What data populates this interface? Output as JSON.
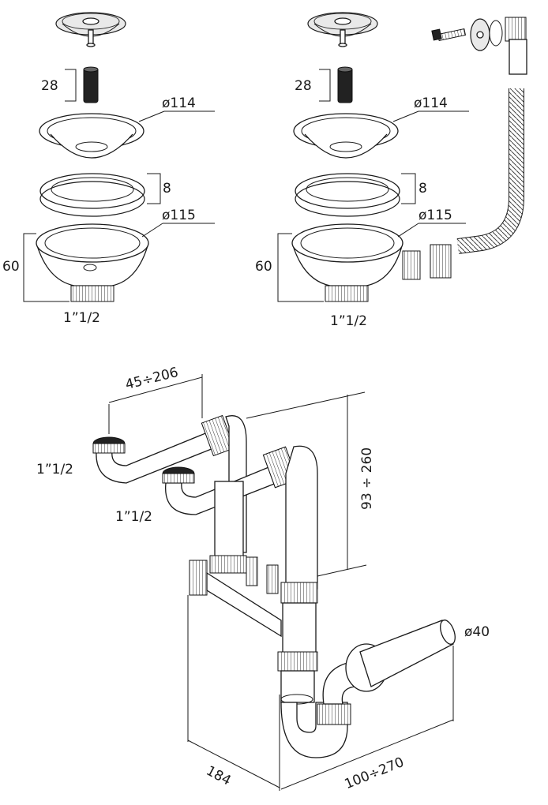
{
  "labels": {
    "left_spindle_length": "28",
    "left_flange_diameter": "ø114",
    "left_ring_height": "8",
    "left_body_diameter": "ø115",
    "left_body_height": "60",
    "left_outlet_thread": "1”1/2",
    "right_spindle_length": "28",
    "right_flange_diameter": "ø114",
    "right_ring_height": "8",
    "right_body_diameter": "ø115",
    "right_body_height": "60",
    "right_outlet_thread": "1”1/2",
    "siphon_spacing": "45÷206",
    "siphon_inlet_upper": "1”1/2",
    "siphon_inlet_lower": "1”1/2",
    "siphon_height": "93 ÷ 260",
    "siphon_outlet_diameter": "ø40",
    "siphon_depth": "184",
    "siphon_reach": "100÷270"
  }
}
